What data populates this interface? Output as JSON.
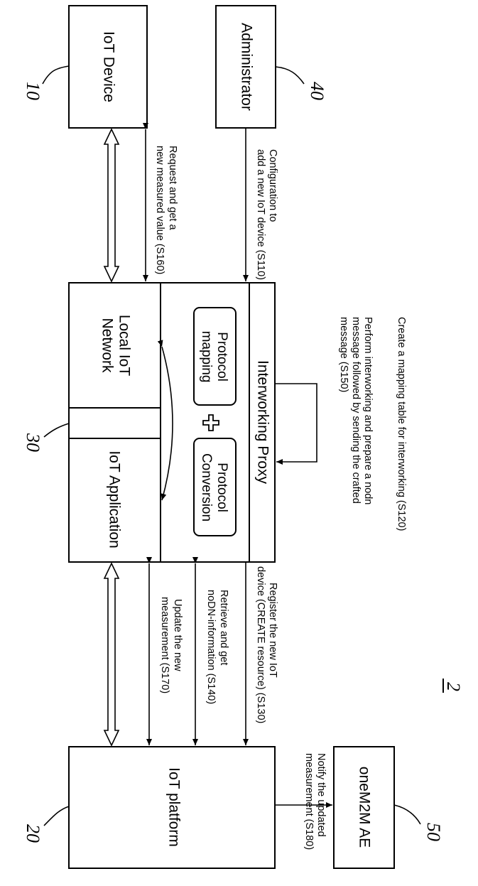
{
  "figure_number": "2",
  "refs": {
    "iot_device": "10",
    "iot_platform": "20",
    "gateway": "30",
    "administrator": "40",
    "onem2m_ae": "50"
  },
  "boxes": {
    "iot_device": "IoT Device",
    "administrator": "Administrator",
    "local_iot_network": [
      "Local IoT",
      "Network"
    ],
    "iot_application": "IoT Application",
    "interworking_proxy": "Interworking Proxy",
    "protocol_mapping": [
      "Protocol",
      "mapping"
    ],
    "protocol_conversion": [
      "Protocol",
      "Conversion"
    ],
    "plus": "✚",
    "iot_platform": "IoT platform",
    "onem2m_ae": "oneM2M AE"
  },
  "messages": {
    "s110": [
      "Configuration to",
      "add a new IoT device (S110)"
    ],
    "s120": "Create a mapping table for interworking (S120)",
    "s150": [
      "Perform interworking and prepare a nodn",
      "message followed by sending the crafted",
      "message (S150)"
    ],
    "s160": [
      "Request and get a",
      "new measured value (S160)"
    ],
    "s130": [
      "Register the new IoT",
      "device (CREATE resource) (S130)"
    ],
    "s140": [
      "Retrieve and get",
      "noDN-information (S140)"
    ],
    "s170": [
      "Update the new",
      "measurement (S170)"
    ],
    "s180": [
      "Notify the updated",
      "measurement (S180)"
    ]
  }
}
